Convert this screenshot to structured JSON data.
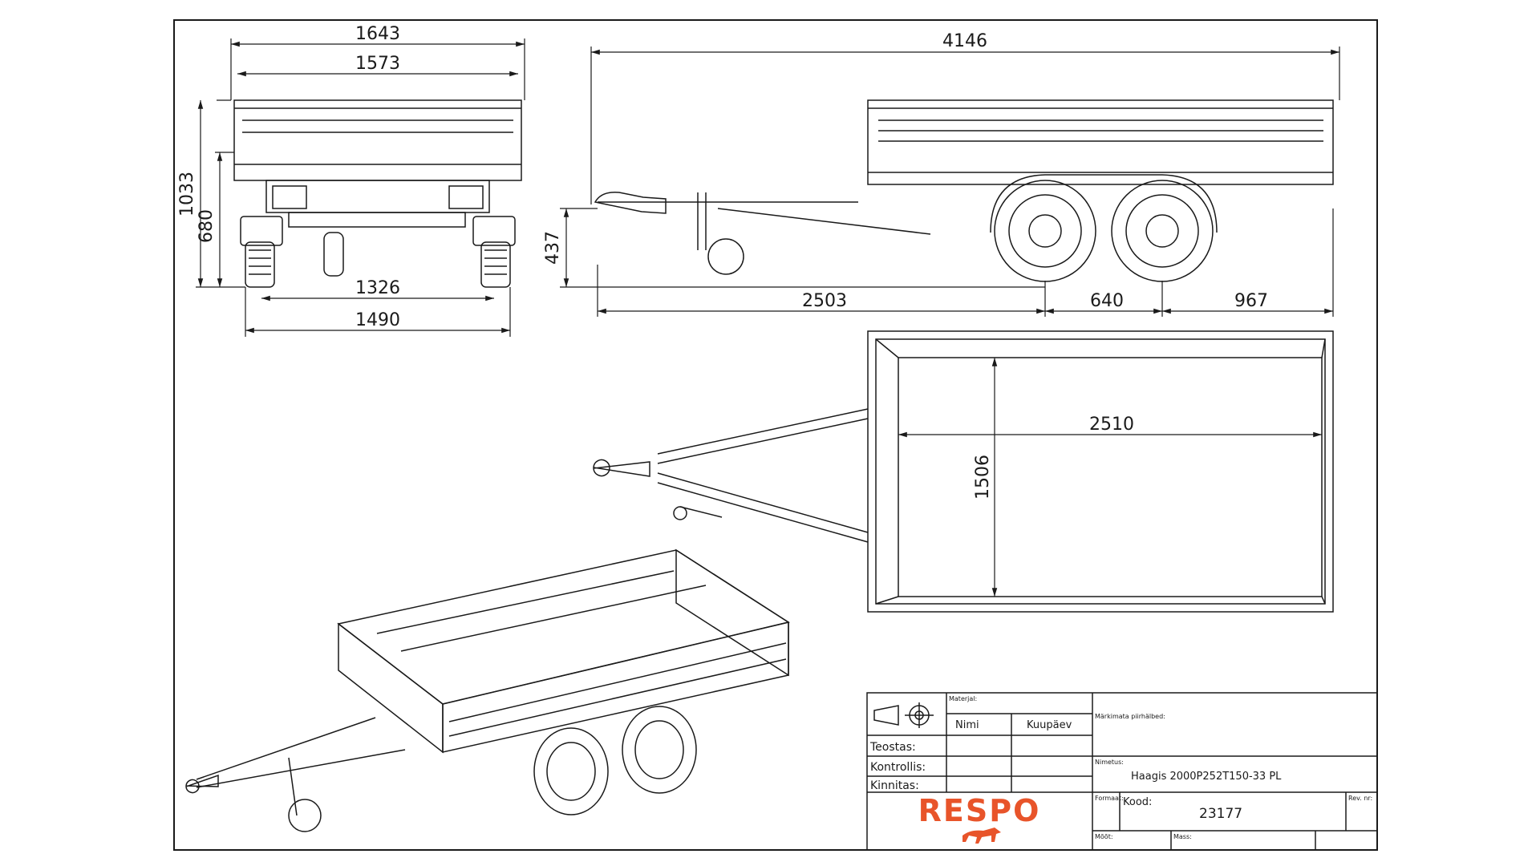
{
  "drawing": {
    "dimensions": {
      "rear_overall_width": "1643",
      "rear_body_width": "1573",
      "rear_total_height": "1033",
      "rear_body_height": "680",
      "rear_track_inner": "1326",
      "rear_track_outer": "1490",
      "side_overall_length": "4146",
      "side_drawbar_height": "437",
      "side_hitch_to_axle": "2503",
      "side_axle_spacing": "640",
      "side_rear_overhang": "967",
      "top_inner_length": "2510",
      "top_inner_width": "1506"
    }
  },
  "title_block": {
    "material_label": "Materjal:",
    "name_header": "Nimi",
    "date_header": "Kuupäev",
    "notes_label": "Märkimata piirhälbed:",
    "designed_label": "Teostas:",
    "checked_label": "Kontrollis:",
    "approved_label": "Kinnitas:",
    "product_label": "Nimetus:",
    "product_name": "Haagis 2000P252T150-33 PL",
    "format_label": "Formaat:",
    "code_label": "Kood:",
    "code_value": "23177",
    "revision_label": "Rev. nr:",
    "scale_label": "Mõõt:",
    "mass_label": "Mass:",
    "brand": "RESPO",
    "brand_color": "#e8542a",
    "logo_icon": "horse-icon"
  }
}
